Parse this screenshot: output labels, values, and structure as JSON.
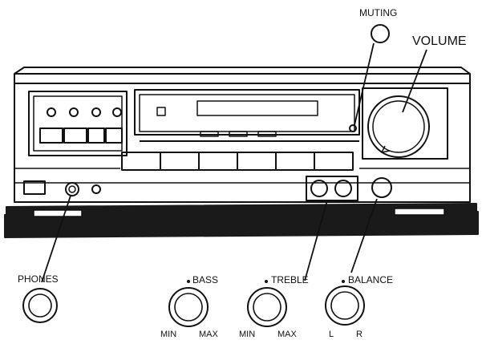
{
  "labels": {
    "muting": "MUTING",
    "volume": "VOLUME",
    "phones": "PHONES",
    "bass": "BASS",
    "treble": "TREBLE",
    "balance": "BALANCE",
    "bass_min": "MIN",
    "bass_max": "MAX",
    "treble_min": "MIN",
    "treble_max": "MAX",
    "balance_left": "L",
    "balance_right": "R"
  },
  "colors": {
    "ink": "#111111",
    "paper": "#ffffff",
    "shadow": "#1a1a1a"
  }
}
